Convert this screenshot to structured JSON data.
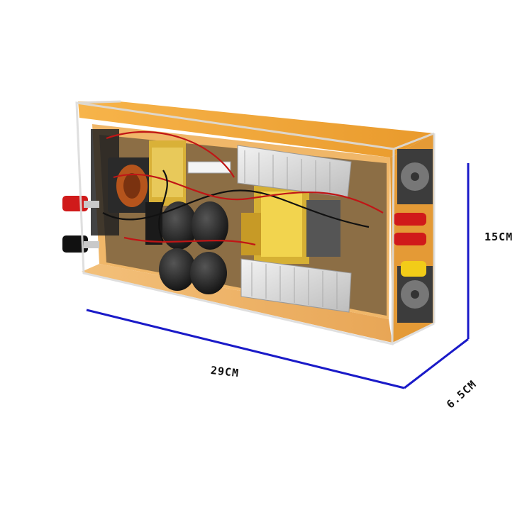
{
  "dimensions": {
    "height_label": "15CM",
    "length_label": "29CM",
    "depth_label": "6.5CM"
  },
  "colors": {
    "dimension_line": "#1a1ac8",
    "case_orange": "#f0a23a",
    "acrylic_edge": "#e8e8e8",
    "heatsink": "#d8d8d8",
    "transformer_yellow": "#e6c43a",
    "terminal_red": "#d01a1a",
    "terminal_yellow": "#f2cc18"
  }
}
